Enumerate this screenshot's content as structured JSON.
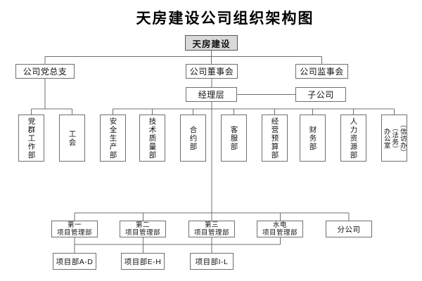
{
  "title": "天房建设公司组织架构图",
  "org": {
    "root": "天房建设",
    "party_branch": "公司党总支",
    "board": "公司董事会",
    "supervisory": "公司监事会",
    "management": "经理层",
    "subsidiary": "子公司",
    "depts": [
      "党群工作部",
      "工会",
      "安全生产部",
      "技术质量部",
      "合约部",
      "客服部",
      "经营预算部",
      "财务部",
      "人力资源部",
      "办公室\n（法务）\n（信访办）"
    ],
    "project_depts": [
      "第一\n项目管理部",
      "第二\n项目管理部",
      "第三\n项目管理部",
      "水电\n项目管理部"
    ],
    "branch_company": "分公司",
    "project_units": [
      "项目部A-D",
      "项目部E-H",
      "项目部I-L"
    ]
  }
}
